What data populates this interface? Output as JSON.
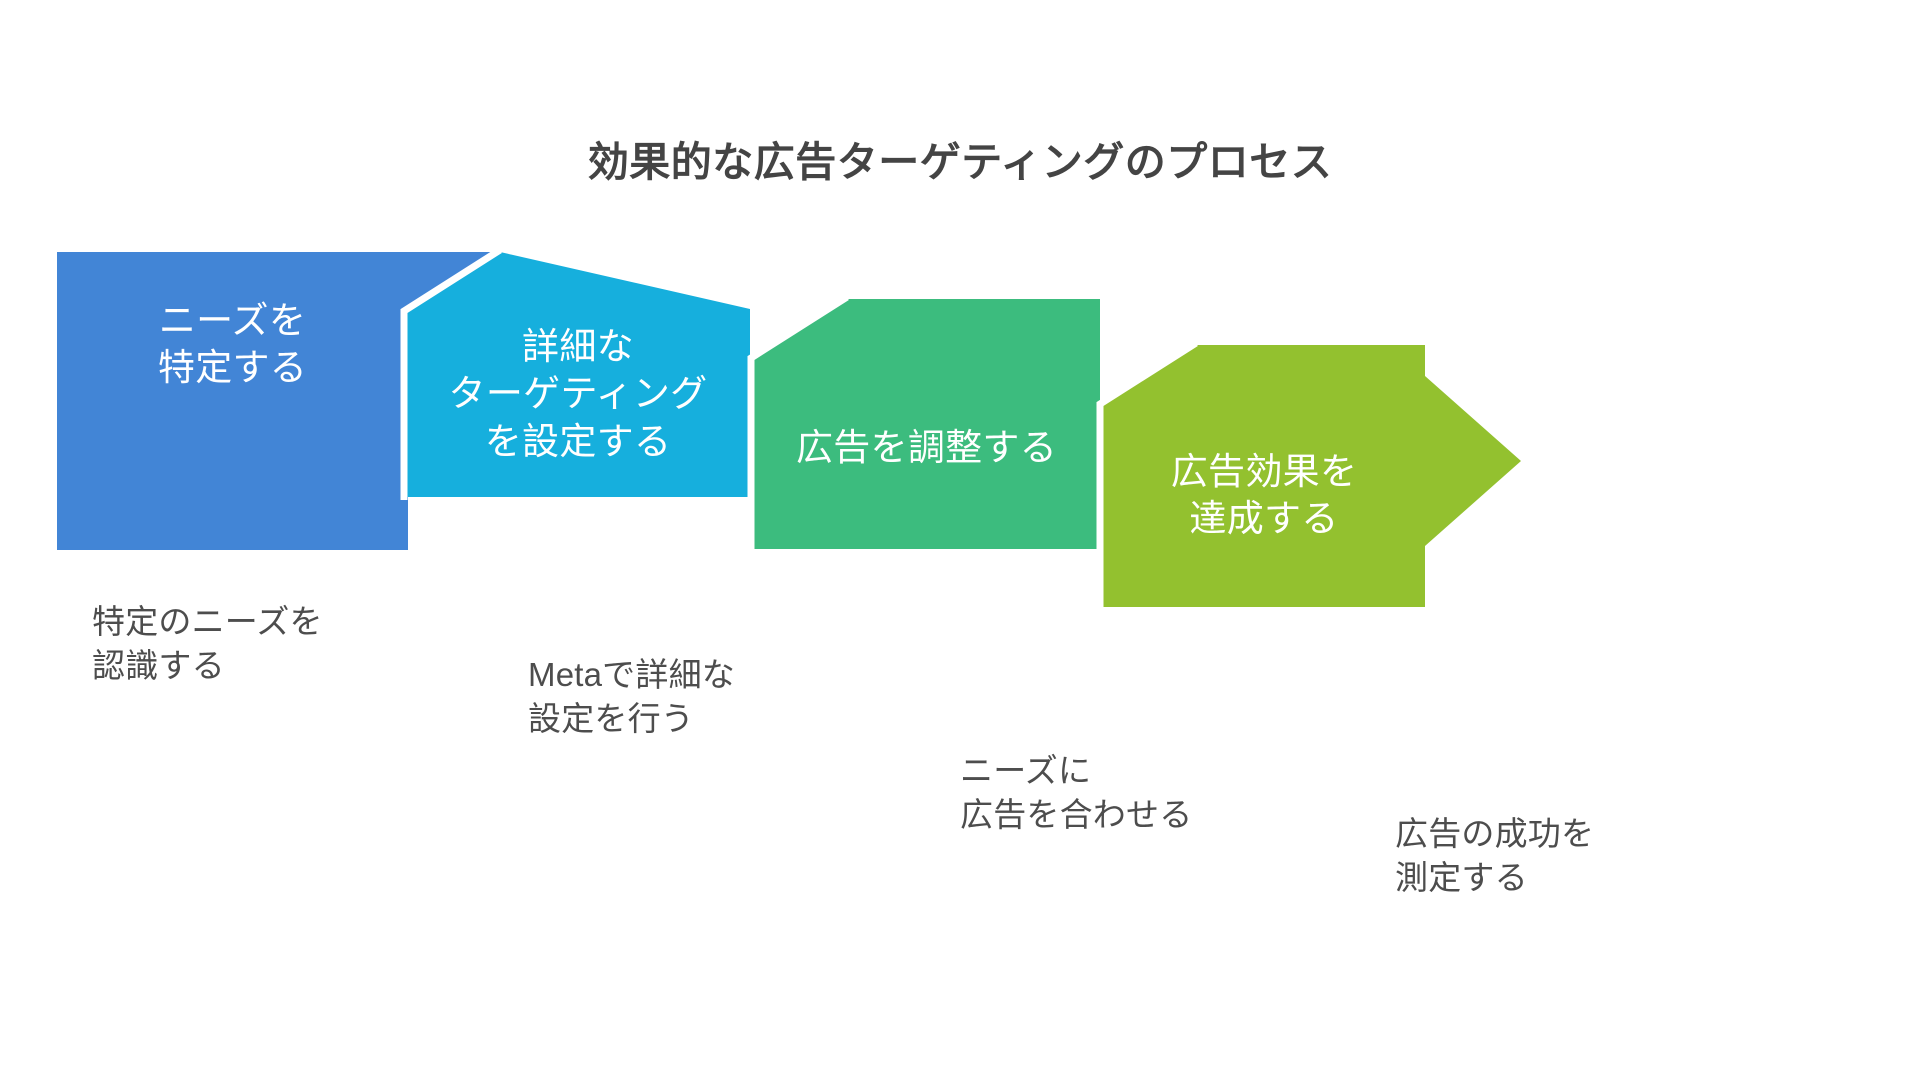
{
  "title": "効果的な広告ターゲティングのプロセス",
  "background_color": "#FFFFFF",
  "title_color": "#444444",
  "caption_color": "#4D4D4D",
  "diagram": {
    "type": "process-chevron-flow",
    "step_count": 4,
    "steps": [
      {
        "index": 1,
        "label": "ニーズを\n特定する",
        "caption": "特定のニーズを\n認識する",
        "color": "#4285D6",
        "shape": "notched-rectangle"
      },
      {
        "index": 2,
        "label": "詳細な\nターゲティング\nを設定する",
        "caption": "Metaで詳細な\n設定を行う",
        "color": "#16AFDD",
        "shape": "notched-rectangle"
      },
      {
        "index": 3,
        "label": "広告を調整する",
        "caption": "ニーズに\n広告を合わせる",
        "color": "#3CBC7E",
        "shape": "notched-rectangle"
      },
      {
        "index": 4,
        "label": "広告効果を\n達成する",
        "caption": "広告の成功を\n測定する",
        "color": "#93C12F",
        "shape": "notched-arrow"
      }
    ]
  }
}
